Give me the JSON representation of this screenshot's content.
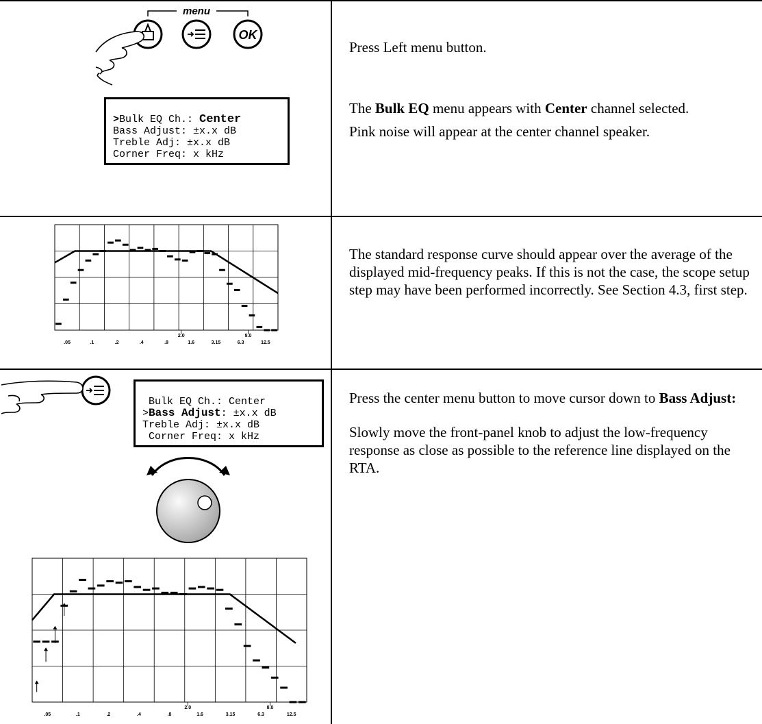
{
  "section1": {
    "menu_label": "menu",
    "ok_label": "OK",
    "instruction": "Press Left menu button.",
    "lcd": [
      "Bulk EQ Ch.: ",
      "Center",
      "Bass Adjust: ±x.x dB",
      "Treble Adj: ±x.x dB",
      "Corner Freq: x kHz"
    ],
    "lcd_cursor": ">",
    "para_prefix": "The ",
    "para_bold1": "Bulk EQ",
    "para_mid": " menu appears with ",
    "para_bold2": "Center",
    "para_suffix": " channel selected.",
    "para2": "Pink noise will appear at the center channel speaker."
  },
  "section2": {
    "text": "The standard response curve should appear over the average of the displayed mid-frequency peaks. If this is not the case, the scope setup step may have been performed incorrectly. See Section 4.3, first step."
  },
  "section3": {
    "lcd_line1": "Bulk EQ Ch.: Center",
    "lcd_cursor": ">",
    "lcd_bold": "Bass Adjust",
    "lcd_line2_rest": ": ±x.x dB",
    "lcd_line3": "Treble Adj: ±x.x dB",
    "lcd_line4": "Corner Freq: x kHz",
    "para1_prefix": "Press the center menu button to move cursor down to ",
    "para1_bold": "Bass Adjust:",
    "para2": "Slowly move the front-panel knob to adjust the low-frequency response as close as possible to the reference line displayed on the RTA."
  },
  "rta_ticks": [
    ".05",
    ".1",
    ".2",
    ".4",
    ".8",
    "1.6",
    "3.15",
    "6.3",
    "12.5"
  ],
  "rta_small_ticks": [
    "2.0",
    "8.0"
  ],
  "icons": [
    "hand-pointer-icon",
    "left-menu-button-icon",
    "center-menu-button-icon",
    "ok-button-icon",
    "knob-icon",
    "rotate-arrows-icon"
  ]
}
